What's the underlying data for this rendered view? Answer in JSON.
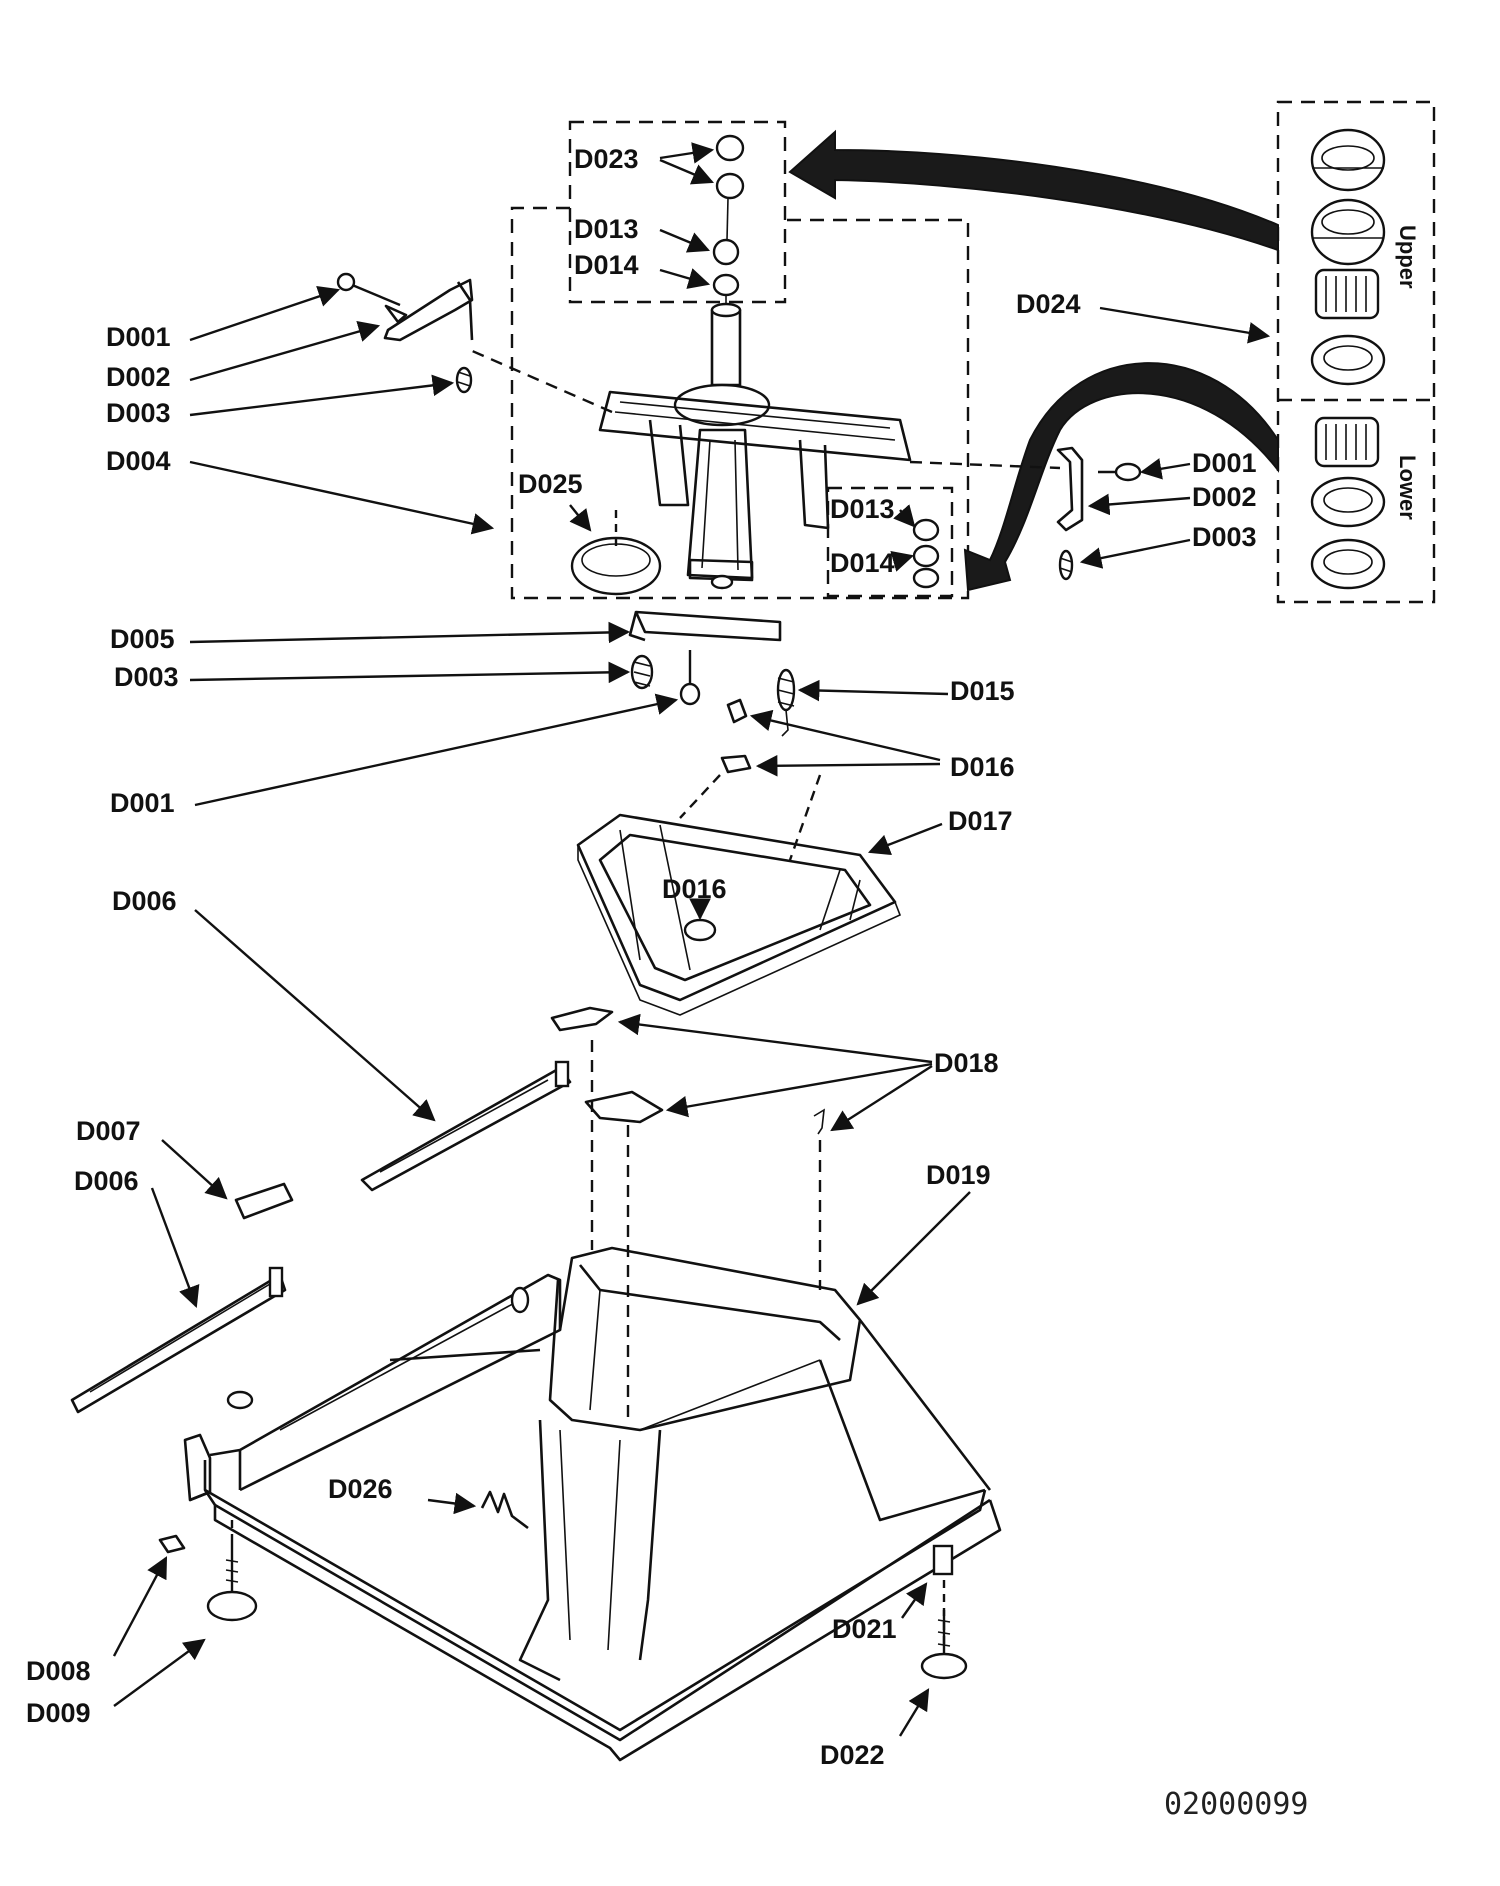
{
  "callouts": {
    "d023": "D023",
    "d013_top": "D013",
    "d014_top": "D014",
    "d001_left": "D001",
    "d002_left": "D002",
    "d003_left": "D003",
    "d004": "D004",
    "d025": "D025",
    "d024": "D024",
    "d013_mid": "D013",
    "d014_mid": "D014",
    "d001_right": "D001",
    "d002_right": "D002",
    "d003_right": "D003",
    "d005": "D005",
    "d003_lower": "D003",
    "d015": "D015",
    "d001_lower": "D001",
    "d016_right": "D016",
    "d017": "D017",
    "d016_center": "D016",
    "d006_upper": "D006",
    "d018": "D018",
    "d007": "D007",
    "d019": "D019",
    "d006_lower": "D006",
    "d026": "D026",
    "d021": "D021",
    "d008": "D008",
    "d009": "D009",
    "d022": "D022"
  },
  "bearing_kit": {
    "upper_label": "Upper",
    "lower_label": "Lower"
  },
  "doc_number": "02000099"
}
